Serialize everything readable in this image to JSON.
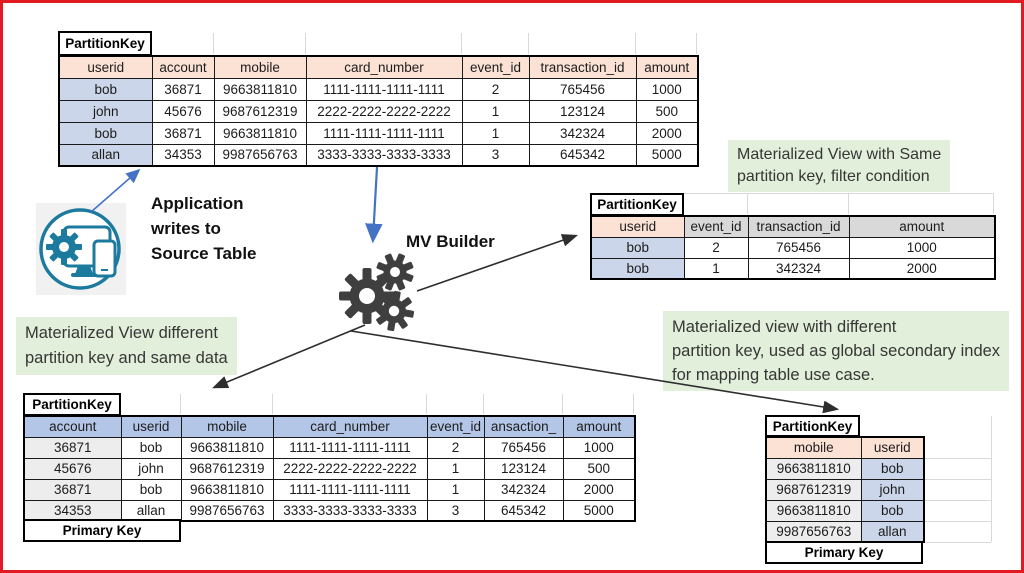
{
  "labels": {
    "app_writes": [
      "Application",
      "writes to",
      "Source Table"
    ],
    "mv_builder": "MV Builder",
    "mv_same_pk": [
      "Materialized View with Same",
      "partition key, filter condition"
    ],
    "mv_diff_pk": [
      "Materialized View different",
      "partition key and same data"
    ],
    "mv_gsi": [
      "Materialized view with different",
      "partition key, used as global secondary index",
      "for mapping table use case."
    ]
  },
  "tables": {
    "source": {
      "partition_key_label": "PartitionKey",
      "headers": [
        "userid",
        "account",
        "mobile",
        "card_number",
        "event_id",
        "transaction_id",
        "amount"
      ],
      "rows": [
        [
          "bob",
          "36871",
          "9663811810",
          "1111-1111-1111-1111",
          "2",
          "765456",
          "1000"
        ],
        [
          "john",
          "45676",
          "9687612319",
          "2222-2222-2222-2222",
          "1",
          "123124",
          "500"
        ],
        [
          "bob",
          "36871",
          "9663811810",
          "1111-1111-1111-1111",
          "1",
          "342324",
          "2000"
        ],
        [
          "allan",
          "34353",
          "9987656763",
          "3333-3333-3333-3333",
          "3",
          "645342",
          "5000"
        ]
      ]
    },
    "mv_filter": {
      "partition_key_label": "PartitionKey",
      "headers": [
        "userid",
        "event_id",
        "transaction_id",
        "amount"
      ],
      "rows": [
        [
          "bob",
          "2",
          "765456",
          "1000"
        ],
        [
          "bob",
          "1",
          "342324",
          "2000"
        ]
      ]
    },
    "mv_diff": {
      "partition_key_label": "PartitionKey",
      "primary_key_label": "Primary Key",
      "headers": [
        "account",
        "userid",
        "mobile",
        "card_number",
        "event_id",
        "ansaction_",
        "amount"
      ],
      "rows": [
        [
          "36871",
          "bob",
          "9663811810",
          "1111-1111-1111-1111",
          "2",
          "765456",
          "1000"
        ],
        [
          "45676",
          "john",
          "9687612319",
          "2222-2222-2222-2222",
          "1",
          "123124",
          "500"
        ],
        [
          "36871",
          "bob",
          "9663811810",
          "1111-1111-1111-1111",
          "1",
          "342324",
          "2000"
        ],
        [
          "34353",
          "allan",
          "9987656763",
          "3333-3333-3333-3333",
          "3",
          "645342",
          "5000"
        ]
      ]
    },
    "mv_mapping": {
      "partition_key_label": "PartitionKey",
      "primary_key_label": "Primary Key",
      "headers": [
        "mobile",
        "userid"
      ],
      "rows": [
        [
          "9663811810",
          "bob"
        ],
        [
          "9687612319",
          "john"
        ],
        [
          "9663811810",
          "bob"
        ],
        [
          "9987656763",
          "allan"
        ]
      ]
    }
  },
  "colors": {
    "frame_red": "#e21b22",
    "header_peach": "#fbe2d5",
    "cell_lavender": "#ccd6ea",
    "header_blue": "#b4c6e7",
    "header_gray": "#d9d9d9",
    "cell_lightgray": "#ededed",
    "label_green": "#e2efda",
    "arrow_blue": "#4472c4",
    "arrow_black": "#3f3f3f",
    "icon_teal": "#1b7a9e"
  },
  "icons": {
    "application": "application-devices-icon",
    "mv_builder": "gears-icon"
  }
}
